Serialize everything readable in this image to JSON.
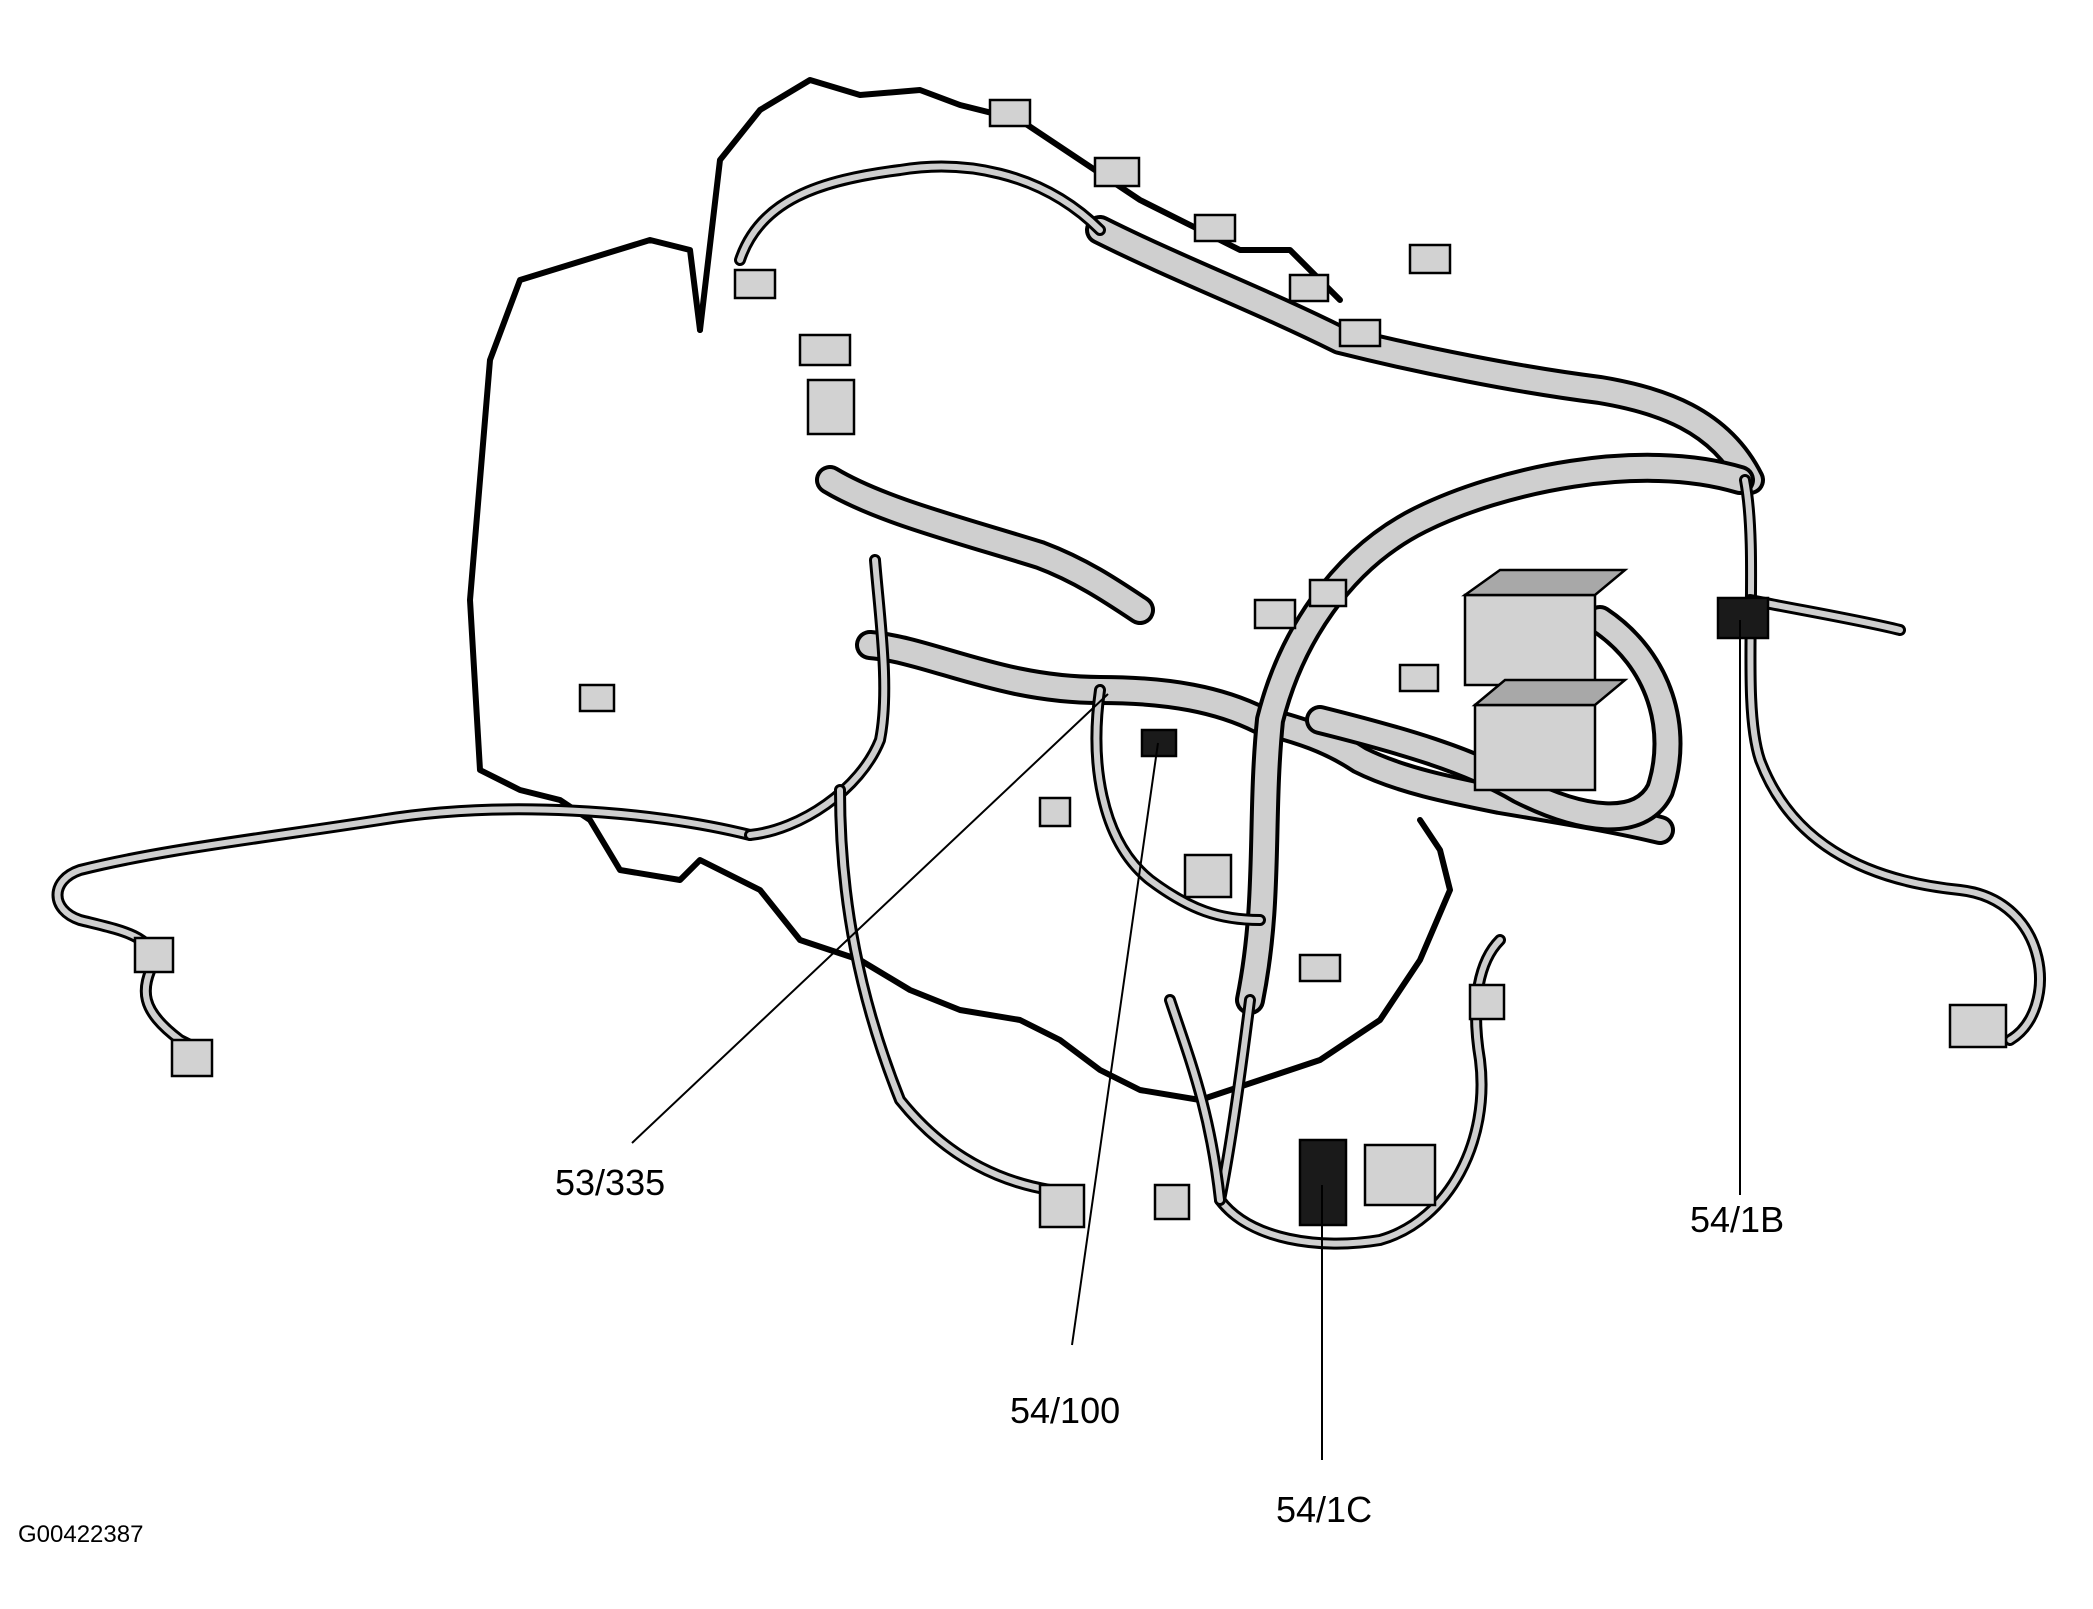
{
  "callouts": [
    {
      "id": "c1",
      "text": "53/335"
    },
    {
      "id": "c2",
      "text": "54/100"
    },
    {
      "id": "c3",
      "text": "54/1C"
    },
    {
      "id": "c4",
      "text": "54/1B"
    }
  ],
  "figure_code": "G00422387",
  "colors": {
    "line": "#000000",
    "harness": "#cfcfcf",
    "connector": "#d2d2d2",
    "connector_dark": "#1a1a1a"
  }
}
